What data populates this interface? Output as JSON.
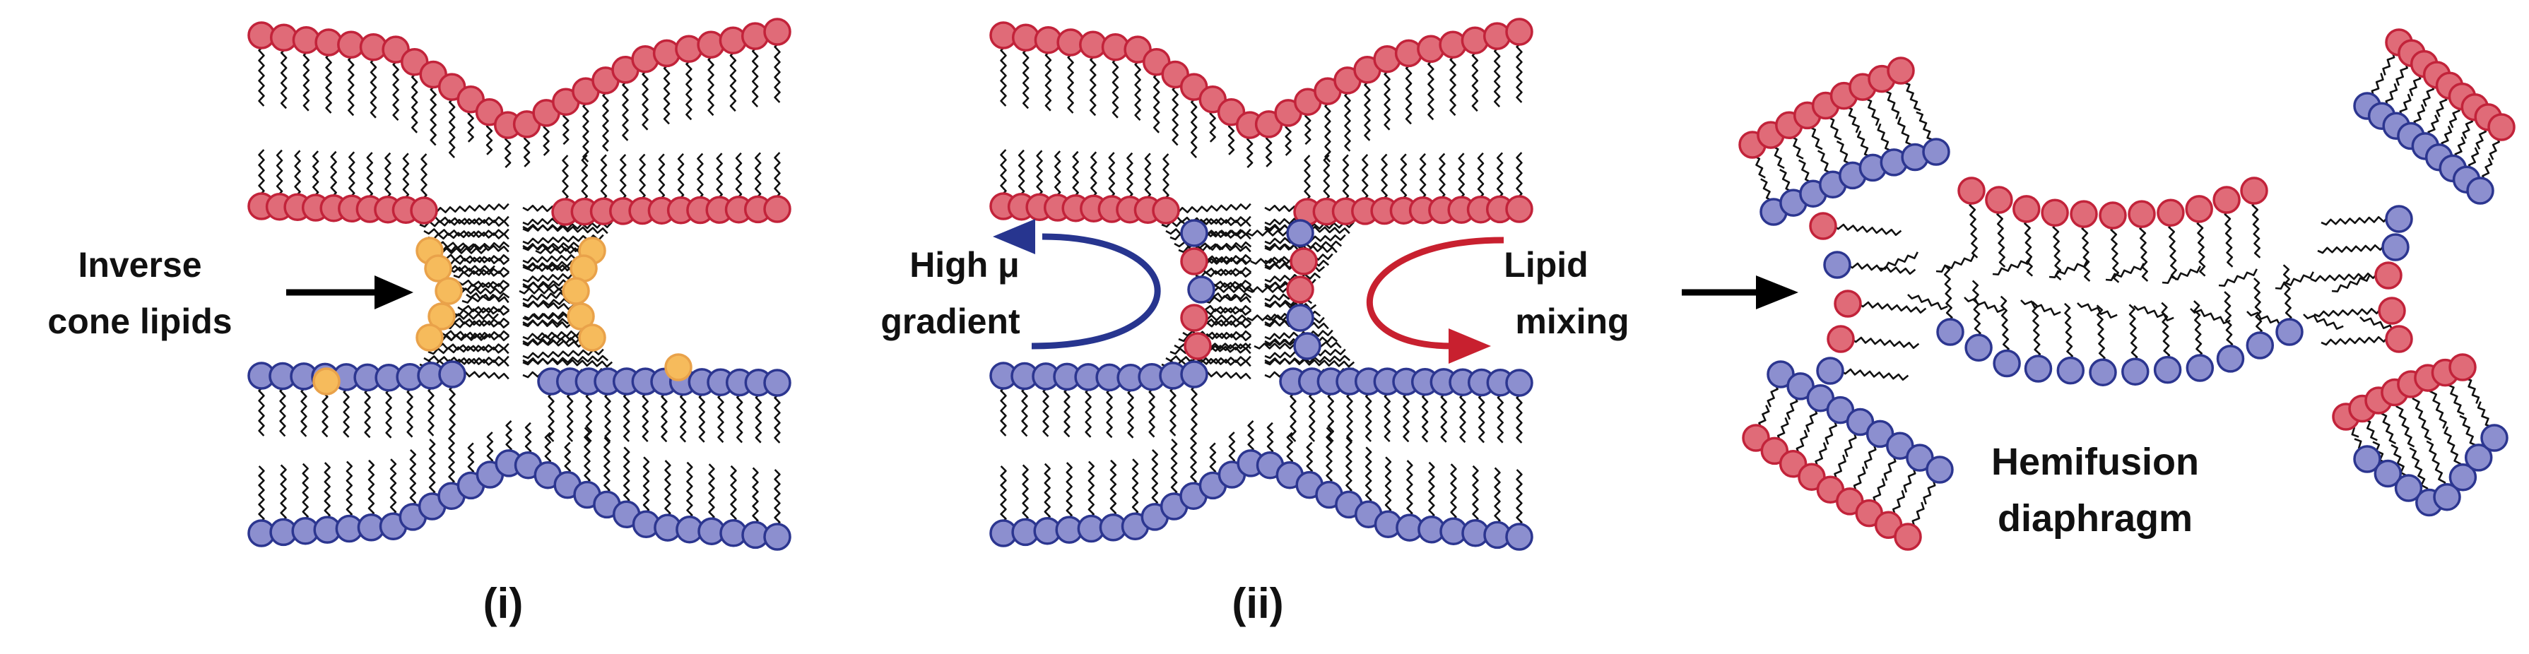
{
  "colors": {
    "red_head": "#e06b78",
    "red_head_stroke": "#c2233a",
    "blue_head": "#8c8fcf",
    "blue_head_stroke": "#2c3690",
    "orange_head": "#f6bb5c",
    "orange_head_stroke": "#e9a24a",
    "tail": "#111111",
    "arrow_blue": "#27358f",
    "arrow_red": "#c8202f",
    "arrow_black": "#000000"
  },
  "panel_i": {
    "label": "(i)",
    "annotation_line1": "Inverse",
    "annotation_line2": "cone lipids"
  },
  "panel_ii": {
    "label": "(ii)",
    "left_line1": "High μ",
    "left_line2": "gradient",
    "right_line1": "Lipid",
    "right_line2": "mixing"
  },
  "panel_iii": {
    "label_line1": "Hemifusion",
    "label_line2": "diaphragm"
  }
}
